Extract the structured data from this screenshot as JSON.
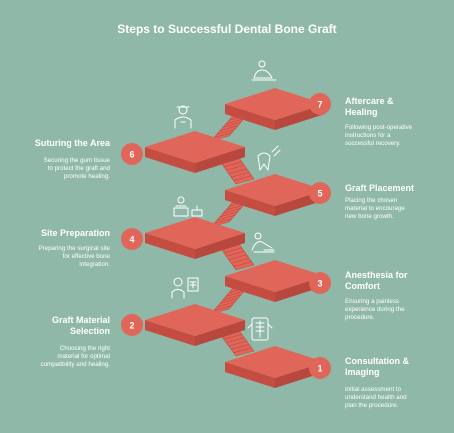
{
  "title": "Steps to Successful Dental Bone Graft",
  "colors": {
    "background": "#8fb8a8",
    "accent": "#e0665a",
    "accent_dark": "#c44c41",
    "text": "#ffffff"
  },
  "steps": [
    {
      "number": "1",
      "heading": "Consultation &\nImaging",
      "description": "Initial assessment to\nunderstand health and\nplan the procedure.",
      "icon": "xray-scan-icon"
    },
    {
      "number": "2",
      "heading": "Graft Material\nSelection",
      "description": "Choosing the right\nmaterial for optimal\ncompatibility and healing.",
      "icon": "doctor-chart-icon"
    },
    {
      "number": "3",
      "heading": "Anesthesia for\nComfort",
      "description": "Ensuring a painless\nexperience during the\nprocedure.",
      "icon": "patient-chair-icon"
    },
    {
      "number": "4",
      "heading": "Site Preparation",
      "description": "Preparing the surgical site\nfor effective bone\nintegration.",
      "icon": "operating-table-icon"
    },
    {
      "number": "5",
      "heading": "Graft Placement",
      "description": "Placing the chosen\nmaterial to encourage\nnew bone growth.",
      "icon": "tooth-tool-icon"
    },
    {
      "number": "6",
      "heading": "Suturing the Area",
      "description": "Securing the gum tissue\nto protect the graft and\npromote healing.",
      "icon": "dentist-icon"
    },
    {
      "number": "7",
      "heading": "Aftercare &\nHealing",
      "description": "Following post-operative\ninstructions for a\nsuccessful recovery.",
      "icon": "resting-patient-icon"
    }
  ]
}
